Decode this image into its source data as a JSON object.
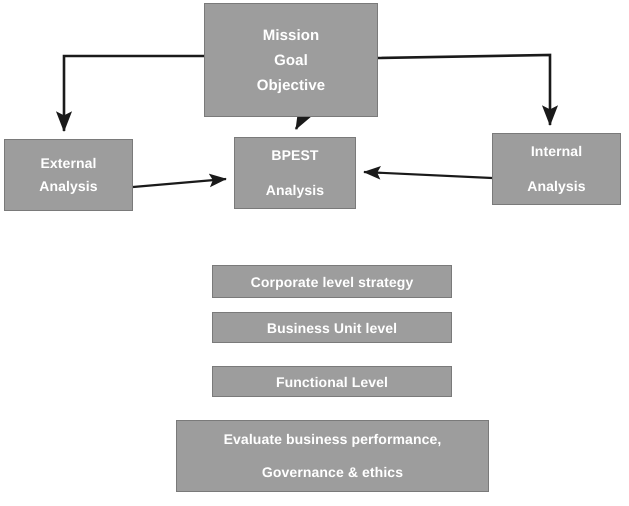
{
  "diagram": {
    "title": "Strategic management process diagram",
    "style": {
      "box_fill": "#9d9d9d",
      "box_border": "#7a7a7a",
      "text_color": "#ffffff",
      "connector_color": "#1a1a1a",
      "background": "#ffffff"
    },
    "nodes": {
      "mission": {
        "lines": [
          "Mission",
          "Goal",
          "Objective"
        ]
      },
      "external": {
        "lines": [
          "External",
          "Analysis"
        ]
      },
      "bpest": {
        "lines": [
          "BPEST",
          "Analysis"
        ]
      },
      "internal": {
        "lines": [
          "Internal",
          "Analysis"
        ]
      },
      "corporate": {
        "lines": [
          "Corporate level strategy"
        ]
      },
      "business": {
        "lines": [
          "Business Unit level"
        ]
      },
      "functional": {
        "lines": [
          "Functional Level"
        ]
      },
      "evaluate": {
        "lines": [
          "Evaluate business performance,",
          "Governance & ethics"
        ]
      }
    },
    "connectors": [
      {
        "name": "mission-to-external",
        "from": "mission",
        "to": "external",
        "arrow": true
      },
      {
        "name": "mission-to-bpest",
        "from": "mission",
        "to": "bpest",
        "arrow": true
      },
      {
        "name": "mission-to-internal",
        "from": "mission",
        "to": "internal",
        "arrow": true
      },
      {
        "name": "external-to-bpest",
        "from": "external",
        "to": "bpest",
        "arrow": true
      },
      {
        "name": "internal-to-bpest",
        "from": "internal",
        "to": "bpest",
        "arrow": true
      }
    ]
  }
}
